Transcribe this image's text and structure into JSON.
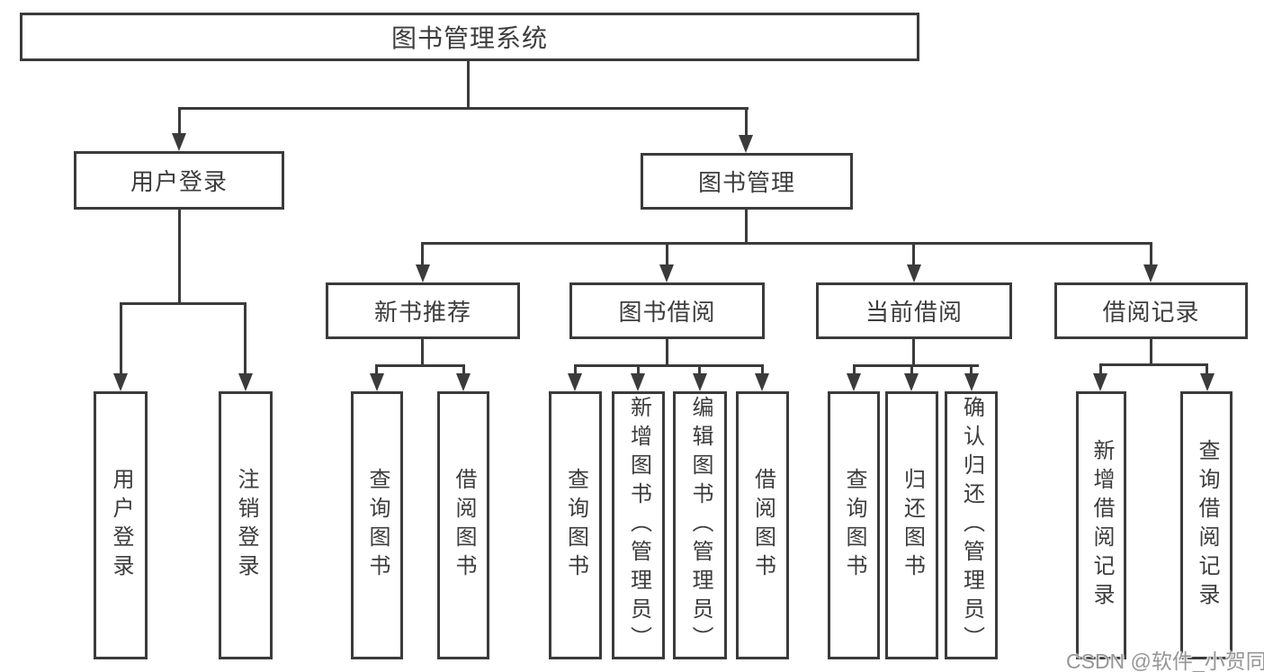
{
  "nodes": {
    "root": "图书管理系统",
    "l2": [
      "用户登录",
      "图书管理"
    ],
    "l3": [
      "新书推荐",
      "图书借阅",
      "当前借阅",
      "借阅记录"
    ],
    "l4_user": [
      "用户登录",
      "注销登录"
    ],
    "l4_newbook": [
      "查询图书",
      "借阅图书"
    ],
    "l4_bookborrow": [
      "查询图书",
      "新增图书（管理员）",
      "编辑图书（管理员）",
      "借阅图书"
    ],
    "l4_current": [
      "查询图书",
      "归还图书",
      "确认归还（管理员）"
    ],
    "l4_records": [
      "新增借阅记录",
      "查询借阅记录"
    ]
  },
  "watermark": "CSDN @软件_小贺同学",
  "colors": {
    "line": "#3b3b3b",
    "text": "#3c3c3c",
    "box_bg": "#ffffff",
    "watermark": "#969696",
    "background": "#ffffff"
  }
}
